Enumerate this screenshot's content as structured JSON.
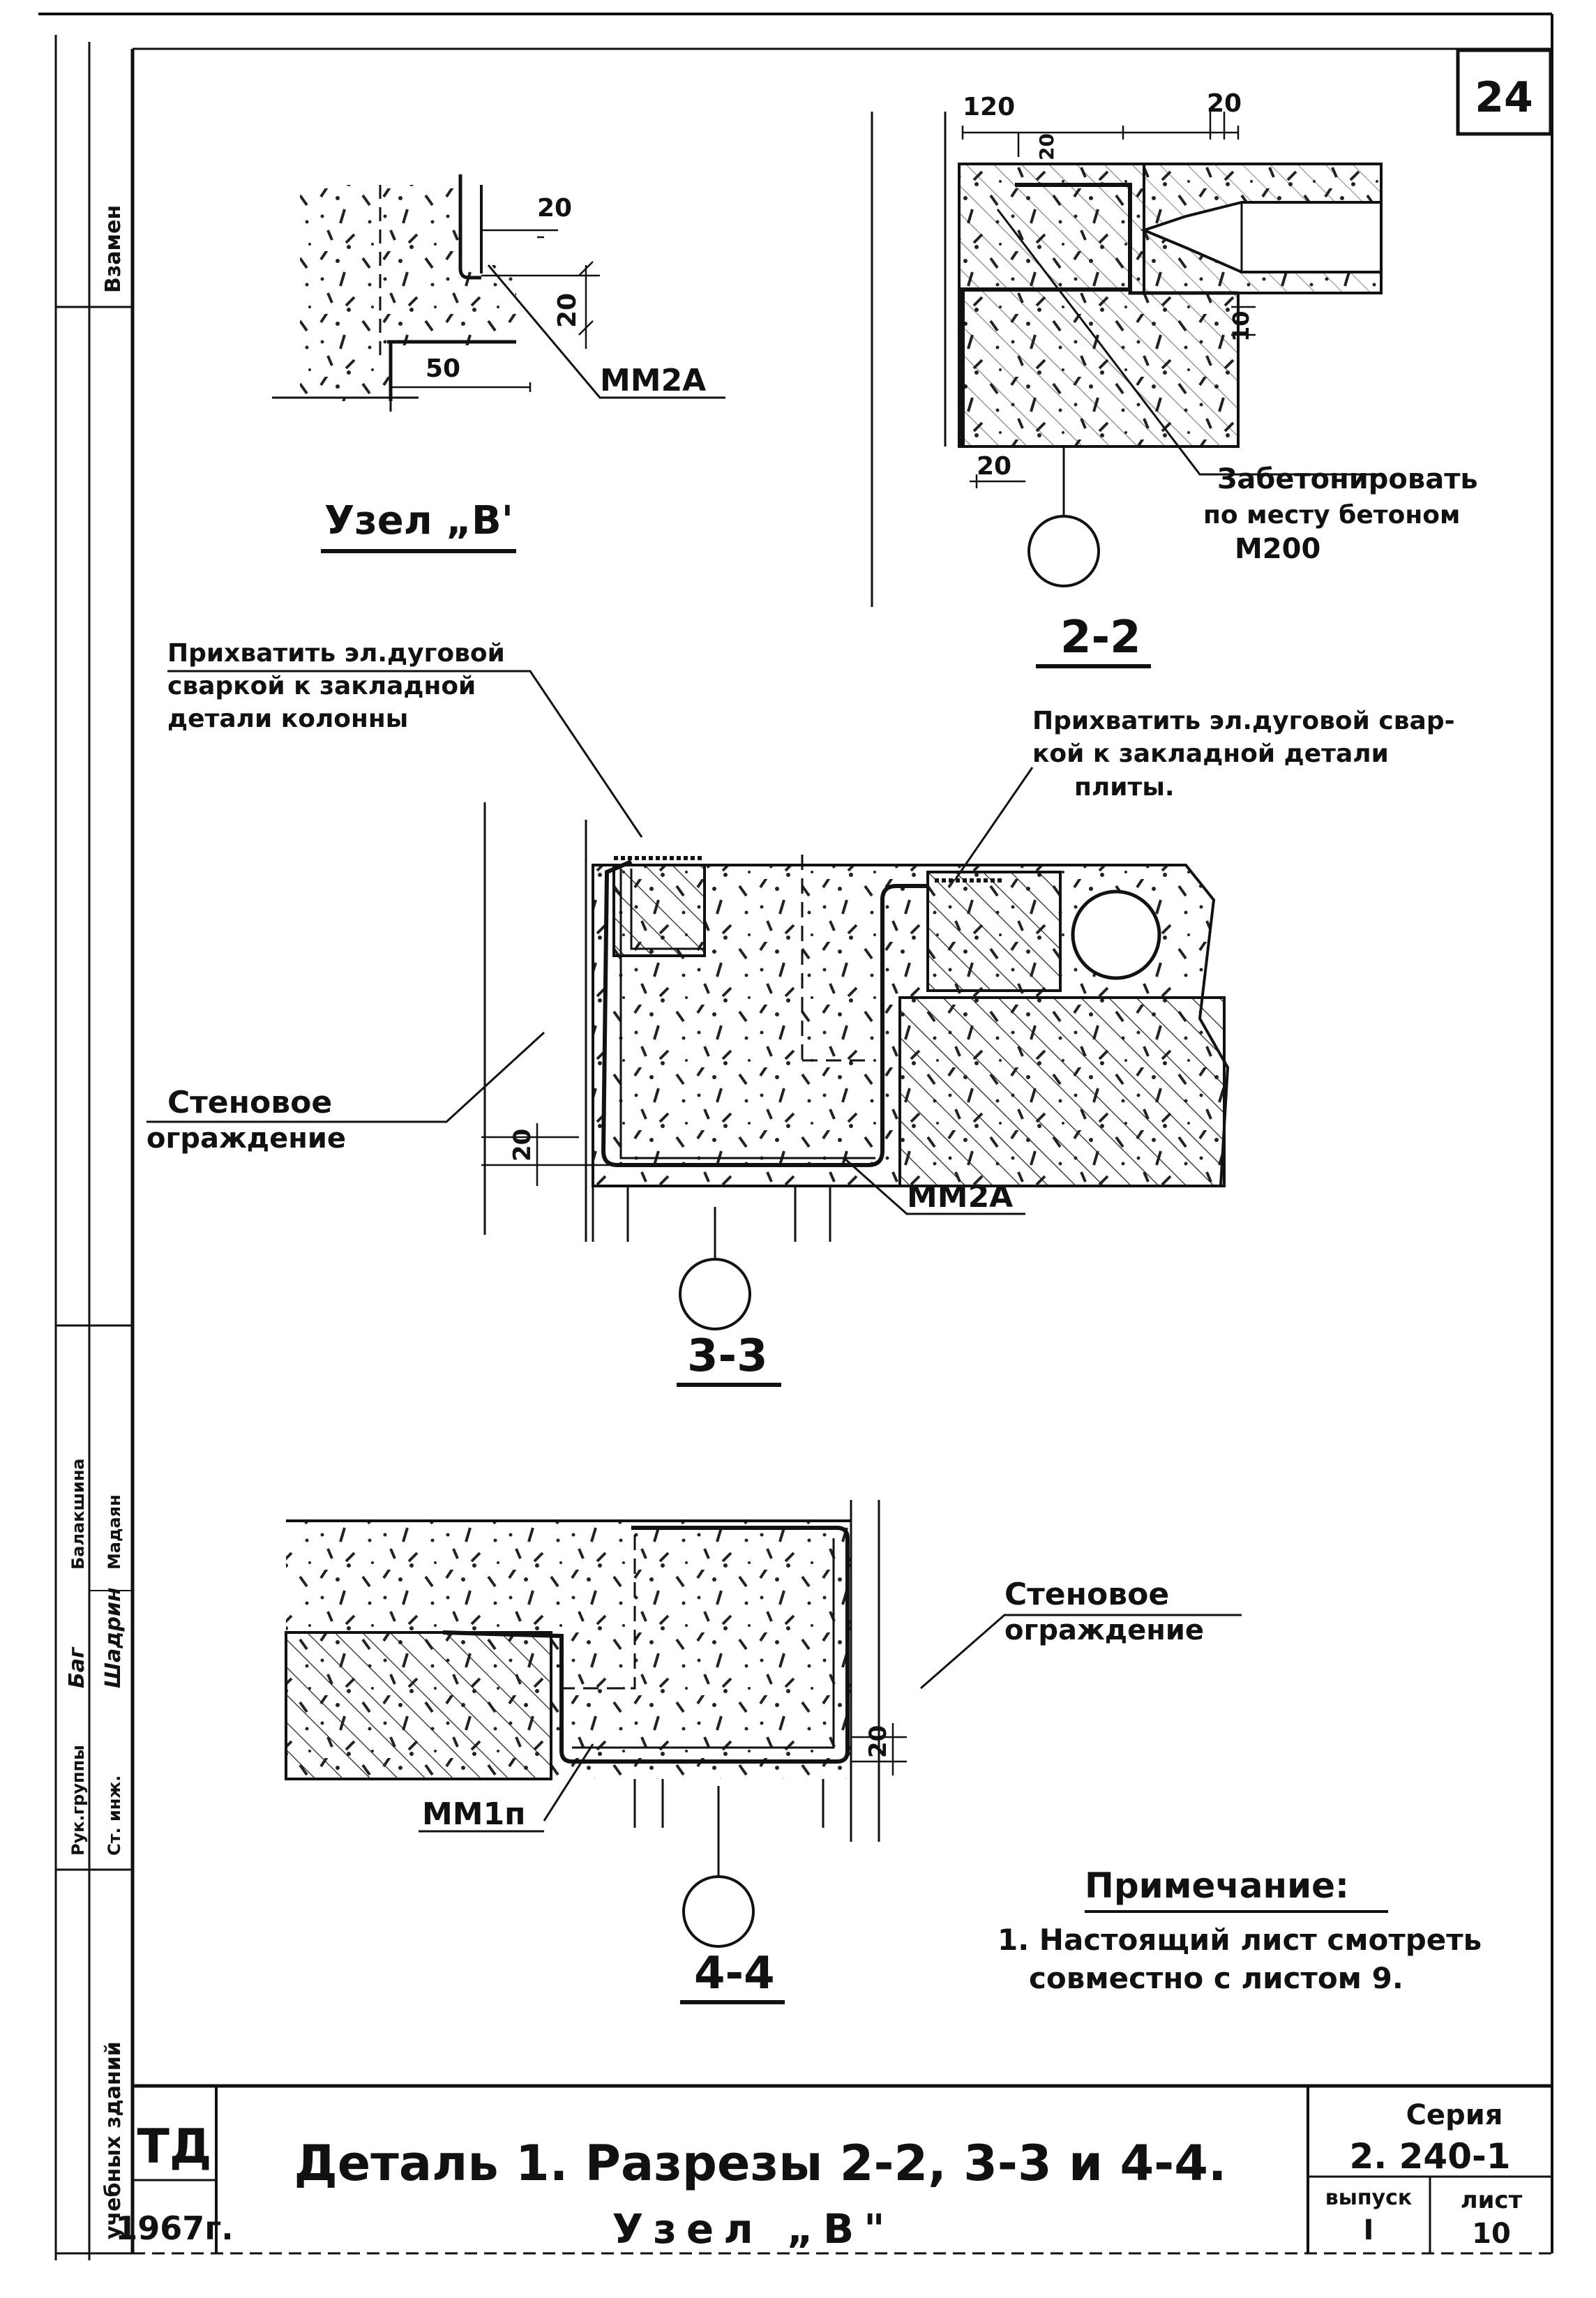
{
  "sheet_number": "24",
  "side_stamps": {
    "vzamen": "Взамен",
    "uchebnykh_zdaniy": "учебных зданий",
    "rukovod_label": "Рук.группы",
    "st_inzh_label": "Ст. инж.",
    "signature_1": "Баг",
    "signature_2": "Шадрин",
    "name_1": "Балакшина",
    "name_2": "Мадаян"
  },
  "node_v": {
    "title": "Узел „В'",
    "dims": [
      "20",
      "20",
      "50"
    ],
    "part_label": "ММ2А"
  },
  "section_2_2": {
    "title": "2-2",
    "dims": [
      "120",
      "20",
      "20",
      "10",
      "20"
    ],
    "note_lines": [
      "Забетонировать",
      "по месту бетоном",
      "М200"
    ]
  },
  "section_3_3": {
    "title": "3-3",
    "note_left_lines": [
      "Прихватить эл.дуговой",
      "сваркой к закладной",
      "детали колонны"
    ],
    "note_right_lines": [
      "Прихватить эл.дуговой свар-",
      "кой к закладной детали",
      "плиты."
    ],
    "wall_label_lines": [
      "Стеновое",
      "ограждение"
    ],
    "dims": [
      "20"
    ],
    "part_label": "ММ2А"
  },
  "section_4_4": {
    "title": "4-4",
    "wall_label_lines": [
      "Стеновое",
      "ограждение"
    ],
    "dims": [
      "20"
    ],
    "part_label": "ММ1п"
  },
  "note": {
    "title": "Примечание:",
    "lines": [
      "1. Настоящий лист смотреть",
      "совместно с листом 9."
    ]
  },
  "title_block": {
    "org": "ТД",
    "year": "1967г.",
    "title_line_1": "Деталь 1. Разрезы 2-2, 3-3 и 4-4.",
    "title_line_2": "Узел „В\"",
    "seria_label": "Серия",
    "seria_value": "2. 240-1",
    "vypusk_label": "выпуск",
    "vypusk_value": "I",
    "list_label": "лист",
    "list_value": "10"
  }
}
